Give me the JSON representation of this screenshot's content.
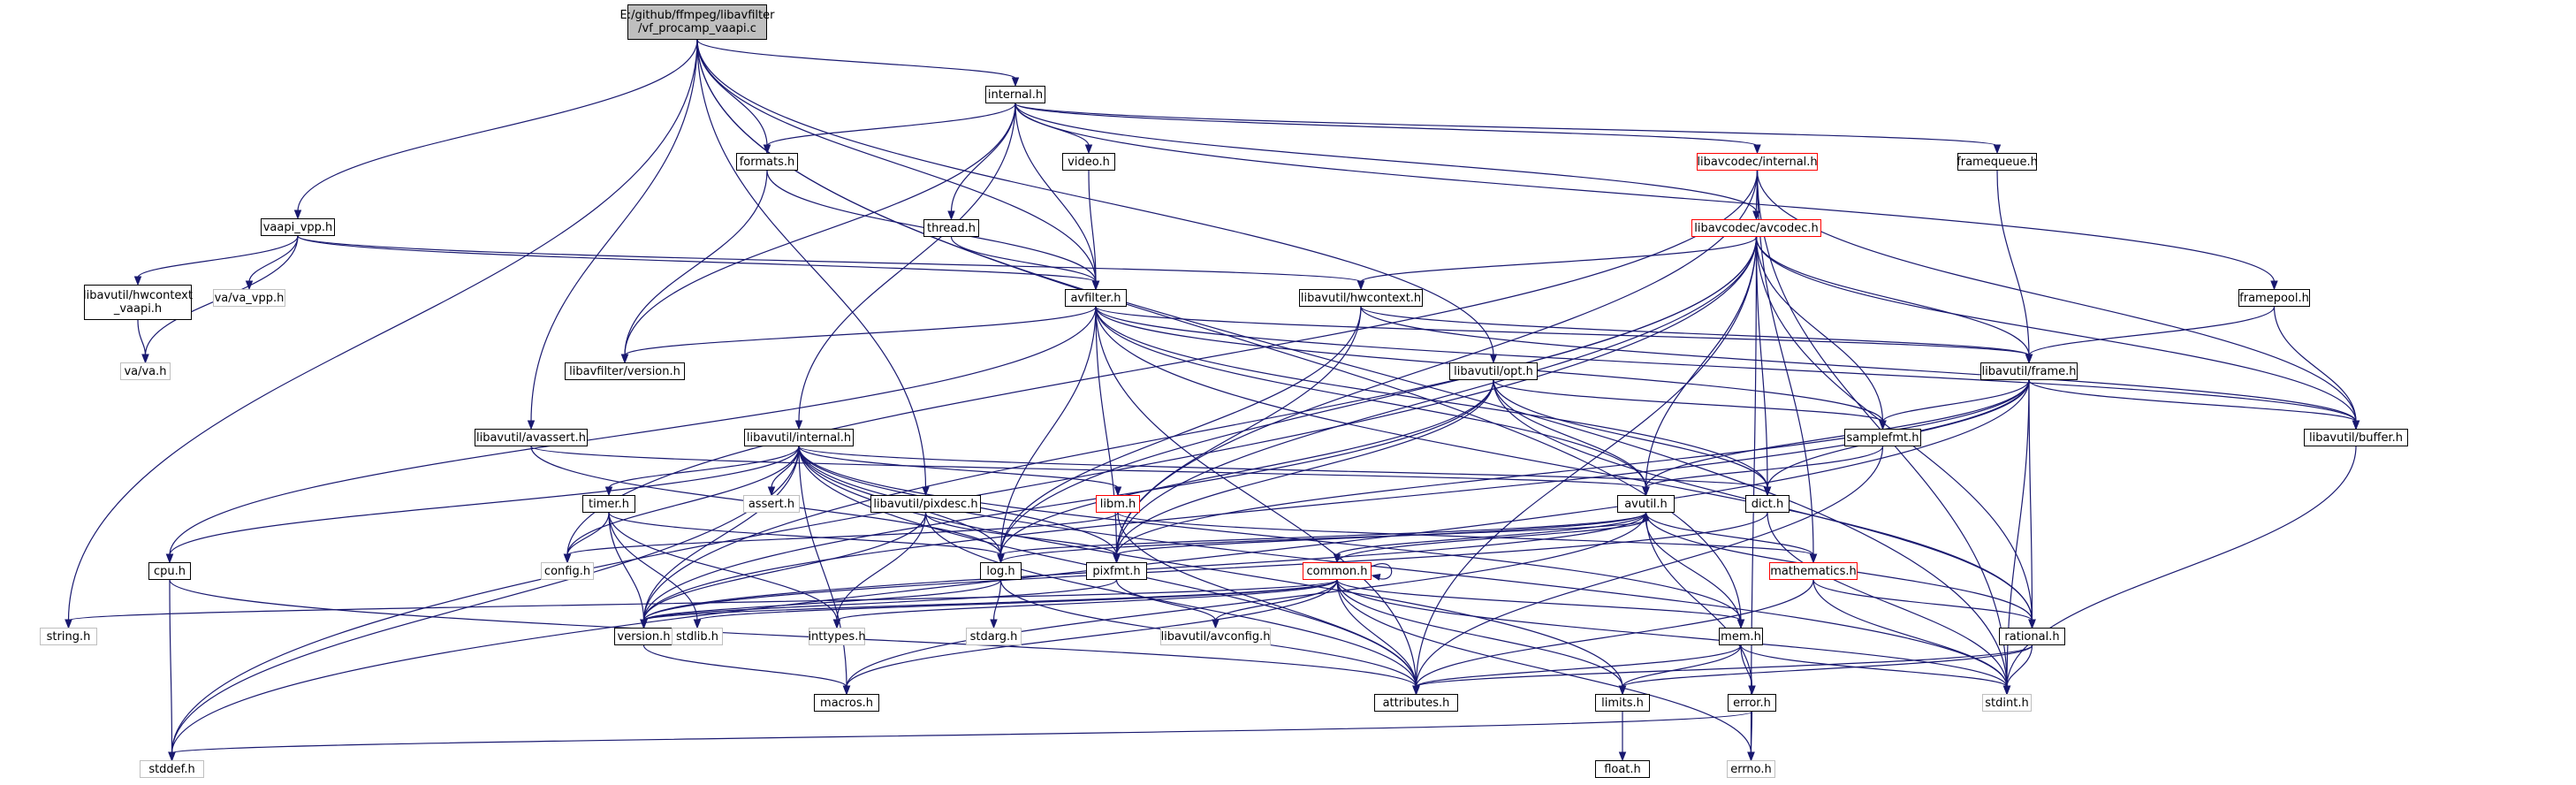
{
  "nodes": [
    {
      "id": "root",
      "label": "E:/github/ffmpeg/libavfilter\n/vf_procamp_vaapi.c",
      "style": "root"
    },
    {
      "id": "internal_h",
      "label": "internal.h",
      "style": "normal"
    },
    {
      "id": "vaapi_vpp_h",
      "label": "vaapi_vpp.h",
      "style": "normal"
    },
    {
      "id": "formats_h",
      "label": "formats.h",
      "style": "normal"
    },
    {
      "id": "video_h",
      "label": "video.h",
      "style": "normal"
    },
    {
      "id": "thread_h",
      "label": "thread.h",
      "style": "normal"
    },
    {
      "id": "avfilter_h",
      "label": "avfilter.h",
      "style": "normal"
    },
    {
      "id": "lavc_internal_h",
      "label": "libavcodec/internal.h",
      "style": "red"
    },
    {
      "id": "framequeue_h",
      "label": "framequeue.h",
      "style": "normal"
    },
    {
      "id": "avcodec_h",
      "label": "libavcodec/avcodec.h",
      "style": "red"
    },
    {
      "id": "hwcontext_vaapi_h",
      "label": "libavutil/hwcontext\n_vaapi.h",
      "style": "normal"
    },
    {
      "id": "va_vpp_h",
      "label": "va/va_vpp.h",
      "style": "gray"
    },
    {
      "id": "va_h",
      "label": "va/va.h",
      "style": "gray"
    },
    {
      "id": "hwcontext_h",
      "label": "libavutil/hwcontext.h",
      "style": "normal"
    },
    {
      "id": "framepool_h",
      "label": "framepool.h",
      "style": "normal"
    },
    {
      "id": "lavfi_version_h",
      "label": "libavfilter/version.h",
      "style": "normal"
    },
    {
      "id": "opt_h",
      "label": "libavutil/opt.h",
      "style": "normal"
    },
    {
      "id": "frame_h",
      "label": "libavutil/frame.h",
      "style": "normal"
    },
    {
      "id": "avassert_h",
      "label": "libavutil/avassert.h",
      "style": "normal"
    },
    {
      "id": "lavu_internal_h",
      "label": "libavutil/internal.h",
      "style": "normal"
    },
    {
      "id": "samplefmt_h",
      "label": "samplefmt.h",
      "style": "normal"
    },
    {
      "id": "buffer_h",
      "label": "libavutil/buffer.h",
      "style": "normal"
    },
    {
      "id": "assert_h",
      "label": "assert.h",
      "style": "gray"
    },
    {
      "id": "pixdesc_h",
      "label": "libavutil/pixdesc.h",
      "style": "normal"
    },
    {
      "id": "libm_h",
      "label": "libm.h",
      "style": "red"
    },
    {
      "id": "avutil_h",
      "label": "avutil.h",
      "style": "normal"
    },
    {
      "id": "dict_h",
      "label": "dict.h",
      "style": "normal"
    },
    {
      "id": "timer_h",
      "label": "timer.h",
      "style": "normal"
    },
    {
      "id": "config_h",
      "label": "config.h",
      "style": "gray"
    },
    {
      "id": "cpu_h",
      "label": "cpu.h",
      "style": "normal"
    },
    {
      "id": "log_h",
      "label": "log.h",
      "style": "normal"
    },
    {
      "id": "pixfmt_h",
      "label": "pixfmt.h",
      "style": "normal"
    },
    {
      "id": "common_h",
      "label": "common.h",
      "style": "red"
    },
    {
      "id": "mathematics_h",
      "label": "mathematics.h",
      "style": "red"
    },
    {
      "id": "string_h",
      "label": "string.h",
      "style": "gray"
    },
    {
      "id": "version_h",
      "label": "version.h",
      "style": "normal"
    },
    {
      "id": "stdlib_h",
      "label": "stdlib.h",
      "style": "gray"
    },
    {
      "id": "inttypes_h",
      "label": "inttypes.h",
      "style": "gray"
    },
    {
      "id": "stdarg_h",
      "label": "stdarg.h",
      "style": "gray"
    },
    {
      "id": "avconfig_h",
      "label": "libavutil/avconfig.h",
      "style": "gray"
    },
    {
      "id": "mem_h",
      "label": "mem.h",
      "style": "normal"
    },
    {
      "id": "rational_h",
      "label": "rational.h",
      "style": "normal"
    },
    {
      "id": "macros_h",
      "label": "macros.h",
      "style": "normal"
    },
    {
      "id": "attributes_h",
      "label": "attributes.h",
      "style": "normal"
    },
    {
      "id": "limits_h",
      "label": "limits.h",
      "style": "normal"
    },
    {
      "id": "error_h",
      "label": "error.h",
      "style": "normal"
    },
    {
      "id": "stdint_h",
      "label": "stdint.h",
      "style": "gray"
    },
    {
      "id": "stddef_h",
      "label": "stddef.h",
      "style": "gray"
    },
    {
      "id": "errno_h",
      "label": "errno.h",
      "style": "gray"
    },
    {
      "id": "float_h",
      "label": "float.h",
      "style": "normal"
    }
  ],
  "edges": [
    [
      "root",
      "internal_h"
    ],
    [
      "root",
      "vaapi_vpp_h"
    ],
    [
      "root",
      "formats_h"
    ],
    [
      "root",
      "avfilter_h"
    ],
    [
      "root",
      "string_h"
    ],
    [
      "root",
      "avassert_h"
    ],
    [
      "root",
      "pixdesc_h"
    ],
    [
      "root",
      "opt_h"
    ],
    [
      "root",
      "mem_h"
    ],
    [
      "root",
      "stdint_h"
    ],
    [
      "internal_h",
      "formats_h"
    ],
    [
      "internal_h",
      "video_h"
    ],
    [
      "internal_h",
      "thread_h"
    ],
    [
      "internal_h",
      "avfilter_h"
    ],
    [
      "internal_h",
      "lavc_internal_h"
    ],
    [
      "internal_h",
      "framequeue_h"
    ],
    [
      "internal_h",
      "avcodec_h"
    ],
    [
      "internal_h",
      "framepool_h"
    ],
    [
      "internal_h",
      "lavfi_version_h"
    ],
    [
      "internal_h",
      "lavu_internal_h"
    ],
    [
      "vaapi_vpp_h",
      "hwcontext_vaapi_h"
    ],
    [
      "vaapi_vpp_h",
      "va_vpp_h"
    ],
    [
      "vaapi_vpp_h",
      "va_h"
    ],
    [
      "vaapi_vpp_h",
      "avfilter_h"
    ],
    [
      "vaapi_vpp_h",
      "hwcontext_h"
    ],
    [
      "hwcontext_vaapi_h",
      "va_h"
    ],
    [
      "formats_h",
      "avfilter_h"
    ],
    [
      "formats_h",
      "lavfi_version_h"
    ],
    [
      "video_h",
      "avfilter_h"
    ],
    [
      "thread_h",
      "avfilter_h"
    ],
    [
      "avfilter_h",
      "lavfi_version_h"
    ],
    [
      "avfilter_h",
      "frame_h"
    ],
    [
      "avfilter_h",
      "samplefmt_h"
    ],
    [
      "avfilter_h",
      "buffer_h"
    ],
    [
      "avfilter_h",
      "avutil_h"
    ],
    [
      "avfilter_h",
      "dict_h"
    ],
    [
      "avfilter_h",
      "log_h"
    ],
    [
      "avfilter_h",
      "pixfmt_h"
    ],
    [
      "avfilter_h",
      "attributes_h"
    ],
    [
      "avfilter_h",
      "rational_h"
    ],
    [
      "avfilter_h",
      "cpu_h"
    ],
    [
      "lavc_internal_h",
      "avcodec_h"
    ],
    [
      "lavc_internal_h",
      "buffer_h"
    ],
    [
      "lavc_internal_h",
      "pixfmt_h"
    ],
    [
      "lavc_internal_h",
      "mathematics_h"
    ],
    [
      "lavc_internal_h",
      "stdint_h"
    ],
    [
      "lavc_internal_h",
      "config_h"
    ],
    [
      "framequeue_h",
      "frame_h"
    ],
    [
      "avcodec_h",
      "hwcontext_h"
    ],
    [
      "avcodec_h",
      "frame_h"
    ],
    [
      "avcodec_h",
      "samplefmt_h"
    ],
    [
      "avcodec_h",
      "buffer_h"
    ],
    [
      "avcodec_h",
      "avutil_h"
    ],
    [
      "avcodec_h",
      "dict_h"
    ],
    [
      "avcodec_h",
      "log_h"
    ],
    [
      "avcodec_h",
      "pixfmt_h"
    ],
    [
      "avcodec_h",
      "attributes_h"
    ],
    [
      "avcodec_h",
      "rational_h"
    ],
    [
      "avcodec_h",
      "version_h"
    ],
    [
      "avcodec_h",
      "errno_h"
    ],
    [
      "avcodec_h",
      "stddef_h"
    ],
    [
      "hwcontext_h",
      "buffer_h"
    ],
    [
      "hwcontext_h",
      "frame_h"
    ],
    [
      "hwcontext_h",
      "log_h"
    ],
    [
      "hwcontext_h",
      "pixfmt_h"
    ],
    [
      "framepool_h",
      "frame_h"
    ],
    [
      "framepool_h",
      "buffer_h"
    ],
    [
      "opt_h",
      "rational_h"
    ],
    [
      "opt_h",
      "avutil_h"
    ],
    [
      "opt_h",
      "dict_h"
    ],
    [
      "opt_h",
      "log_h"
    ],
    [
      "opt_h",
      "pixfmt_h"
    ],
    [
      "opt_h",
      "samplefmt_h"
    ],
    [
      "opt_h",
      "version_h"
    ],
    [
      "frame_h",
      "avutil_h"
    ],
    [
      "frame_h",
      "buffer_h"
    ],
    [
      "frame_h",
      "dict_h"
    ],
    [
      "frame_h",
      "rational_h"
    ],
    [
      "frame_h",
      "samplefmt_h"
    ],
    [
      "frame_h",
      "pixfmt_h"
    ],
    [
      "frame_h",
      "version_h"
    ],
    [
      "frame_h",
      "stdint_h"
    ],
    [
      "frame_h",
      "stddef_h"
    ],
    [
      "avassert_h",
      "avutil_h"
    ],
    [
      "avassert_h",
      "log_h"
    ],
    [
      "lavu_internal_h",
      "timer_h"
    ],
    [
      "lavu_internal_h",
      "assert_h"
    ],
    [
      "lavu_internal_h",
      "config_h"
    ],
    [
      "lavu_internal_h",
      "attributes_h"
    ],
    [
      "lavu_internal_h",
      "cpu_h"
    ],
    [
      "lavu_internal_h",
      "dict_h"
    ],
    [
      "lavu_internal_h",
      "macros_h"
    ],
    [
      "lavu_internal_h",
      "mem_h"
    ],
    [
      "lavu_internal_h",
      "pixfmt_h"
    ],
    [
      "lavu_internal_h",
      "version_h"
    ],
    [
      "lavu_internal_h",
      "libm_h"
    ],
    [
      "lavu_internal_h",
      "limits_h"
    ],
    [
      "lavu_internal_h",
      "stdint_h"
    ],
    [
      "lavu_internal_h",
      "stddef_h"
    ],
    [
      "lavu_internal_h",
      "log_h"
    ],
    [
      "samplefmt_h",
      "avutil_h"
    ],
    [
      "samplefmt_h",
      "attributes_h"
    ],
    [
      "buffer_h",
      "stdint_h"
    ],
    [
      "pixdesc_h",
      "attributes_h"
    ],
    [
      "pixdesc_h",
      "pixfmt_h"
    ],
    [
      "pixdesc_h",
      "version_h"
    ],
    [
      "pixdesc_h",
      "inttypes_h"
    ],
    [
      "libm_h",
      "config_h"
    ],
    [
      "libm_h",
      "attributes_h"
    ],
    [
      "libm_h",
      "mathematics_h"
    ],
    [
      "avutil_h",
      "common_h"
    ],
    [
      "avutil_h",
      "error_h"
    ],
    [
      "avutil_h",
      "version_h"
    ],
    [
      "avutil_h",
      "rational_h"
    ],
    [
      "avutil_h",
      "mathematics_h"
    ],
    [
      "avutil_h",
      "log_h"
    ],
    [
      "avutil_h",
      "pixfmt_h"
    ],
    [
      "avutil_h",
      "macros_h"
    ],
    [
      "dict_h",
      "stdint_h"
    ],
    [
      "dict_h",
      "version_h"
    ],
    [
      "timer_h",
      "config_h"
    ],
    [
      "timer_h",
      "stdlib_h"
    ],
    [
      "timer_h",
      "inttypes_h"
    ],
    [
      "timer_h",
      "log_h"
    ],
    [
      "timer_h",
      "version_h"
    ],
    [
      "cpu_h",
      "attributes_h"
    ],
    [
      "cpu_h",
      "stddef_h"
    ],
    [
      "log_h",
      "attributes_h"
    ],
    [
      "log_h",
      "version_h"
    ],
    [
      "log_h",
      "stdarg_h"
    ],
    [
      "log_h",
      "avutil_h"
    ],
    [
      "pixfmt_h",
      "avconfig_h"
    ],
    [
      "pixfmt_h",
      "version_h"
    ],
    [
      "common_h",
      "attributes_h"
    ],
    [
      "common_h",
      "macros_h"
    ],
    [
      "common_h",
      "version_h"
    ],
    [
      "common_h",
      "avconfig_h"
    ],
    [
      "common_h",
      "mem_h"
    ],
    [
      "common_h",
      "limits_h"
    ],
    [
      "common_h",
      "stdint_h"
    ],
    [
      "common_h",
      "stdlib_h"
    ],
    [
      "common_h",
      "inttypes_h"
    ],
    [
      "common_h",
      "errno_h"
    ],
    [
      "common_h",
      "string_h"
    ],
    [
      "common_h",
      "avutil_h"
    ],
    [
      "common_h",
      "common_h"
    ],
    [
      "mathematics_h",
      "attributes_h"
    ],
    [
      "mathematics_h",
      "rational_h"
    ],
    [
      "mathematics_h",
      "stdint_h"
    ],
    [
      "version_h",
      "macros_h"
    ],
    [
      "mem_h",
      "attributes_h"
    ],
    [
      "mem_h",
      "error_h"
    ],
    [
      "mem_h",
      "avutil_h"
    ],
    [
      "mem_h",
      "stdint_h"
    ],
    [
      "mem_h",
      "limits_h"
    ],
    [
      "rational_h",
      "attributes_h"
    ],
    [
      "rational_h",
      "stdint_h"
    ],
    [
      "rational_h",
      "limits_h"
    ],
    [
      "limits_h",
      "float_h"
    ],
    [
      "error_h",
      "errno_h"
    ],
    [
      "error_h",
      "stddef_h"
    ]
  ]
}
